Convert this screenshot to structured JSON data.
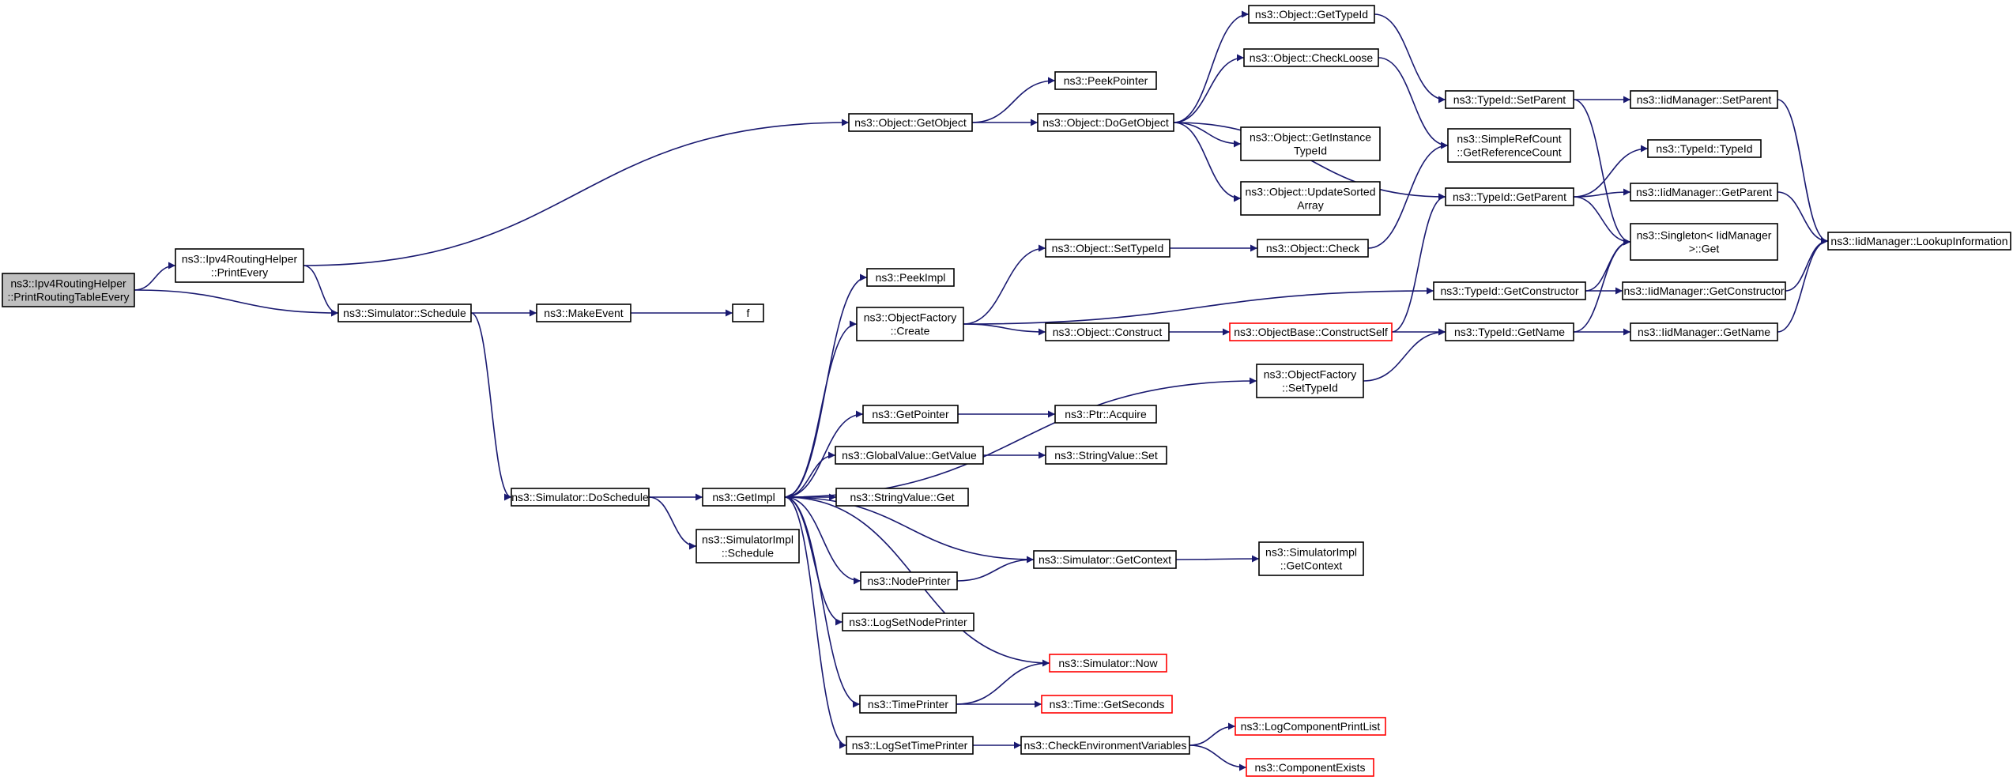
{
  "colors": {
    "edge": "#191970",
    "node_border": "#000000",
    "incomplete_border": "#ff0000",
    "root_fill": "#bfbfbf",
    "node_fill": "#ffffff"
  },
  "nodes": [
    {
      "id": "root",
      "lines": [
        "ns3::Ipv4RoutingHelper",
        "::PrintRoutingTableEvery"
      ],
      "style": "root"
    },
    {
      "id": "printEvery",
      "lines": [
        "ns3::Ipv4RoutingHelper",
        "::PrintEvery"
      ],
      "style": "normal"
    },
    {
      "id": "schedule",
      "lines": [
        "ns3::Simulator::Schedule"
      ],
      "style": "normal"
    },
    {
      "id": "getObject",
      "lines": [
        "ns3::Object::GetObject"
      ],
      "style": "normal"
    },
    {
      "id": "peekPointer",
      "lines": [
        "ns3::PeekPointer"
      ],
      "style": "normal"
    },
    {
      "id": "doGetObject",
      "lines": [
        "ns3::Object::DoGetObject"
      ],
      "style": "normal"
    },
    {
      "id": "getTypeId",
      "lines": [
        "ns3::Object::GetTypeId"
      ],
      "style": "normal"
    },
    {
      "id": "checkLoose",
      "lines": [
        "ns3::Object::CheckLoose"
      ],
      "style": "normal"
    },
    {
      "id": "getInstanceTypeId",
      "lines": [
        "ns3::Object::GetInstance",
        "TypeId"
      ],
      "style": "normal"
    },
    {
      "id": "updateSortedArray",
      "lines": [
        "ns3::Object::UpdateSorted",
        "Array"
      ],
      "style": "normal"
    },
    {
      "id": "typeIdSetParent",
      "lines": [
        "ns3::TypeId::SetParent"
      ],
      "style": "normal"
    },
    {
      "id": "getReferenceCount",
      "lines": [
        "ns3::SimpleRefCount",
        "::GetReferenceCount"
      ],
      "style": "normal"
    },
    {
      "id": "typeIdGetParent",
      "lines": [
        "ns3::TypeId::GetParent"
      ],
      "style": "normal"
    },
    {
      "id": "iidSetParent",
      "lines": [
        "ns3::IidManager::SetParent"
      ],
      "style": "normal"
    },
    {
      "id": "typeIdTypeId",
      "lines": [
        "ns3::TypeId::TypeId"
      ],
      "style": "normal"
    },
    {
      "id": "iidGetParent",
      "lines": [
        "ns3::IidManager::GetParent"
      ],
      "style": "normal"
    },
    {
      "id": "singletonGet",
      "lines": [
        "ns3::Singleton< IidManager",
        ">::Get"
      ],
      "style": "normal"
    },
    {
      "id": "lookupInformation",
      "lines": [
        "ns3::IidManager::LookupInformation"
      ],
      "style": "normal"
    },
    {
      "id": "makeEvent",
      "lines": [
        "ns3::MakeEvent"
      ],
      "style": "normal"
    },
    {
      "id": "f",
      "lines": [
        "f"
      ],
      "style": "normal"
    },
    {
      "id": "peekImpl",
      "lines": [
        "ns3::PeekImpl"
      ],
      "style": "normal"
    },
    {
      "id": "objectFactoryCreate",
      "lines": [
        "ns3::ObjectFactory",
        "::Create"
      ],
      "style": "normal"
    },
    {
      "id": "objectSetTypeId",
      "lines": [
        "ns3::Object::SetTypeId"
      ],
      "style": "normal"
    },
    {
      "id": "objectCheck",
      "lines": [
        "ns3::Object::Check"
      ],
      "style": "normal"
    },
    {
      "id": "typeIdGetConstructor",
      "lines": [
        "ns3::TypeId::GetConstructor"
      ],
      "style": "normal"
    },
    {
      "id": "iidGetConstructor",
      "lines": [
        "ns3::IidManager::GetConstructor"
      ],
      "style": "normal"
    },
    {
      "id": "objectConstruct",
      "lines": [
        "ns3::Object::Construct"
      ],
      "style": "normal"
    },
    {
      "id": "constructSelf",
      "lines": [
        "ns3::ObjectBase::ConstructSelf"
      ],
      "style": "incomplete"
    },
    {
      "id": "typeIdGetName",
      "lines": [
        "ns3::TypeId::GetName"
      ],
      "style": "normal"
    },
    {
      "id": "iidGetName",
      "lines": [
        "ns3::IidManager::GetName"
      ],
      "style": "normal"
    },
    {
      "id": "objectFactorySetTypeId",
      "lines": [
        "ns3::ObjectFactory",
        "::SetTypeId"
      ],
      "style": "normal"
    },
    {
      "id": "getPointer",
      "lines": [
        "ns3::GetPointer"
      ],
      "style": "normal"
    },
    {
      "id": "ptrAcquire",
      "lines": [
        "ns3::Ptr::Acquire"
      ],
      "style": "normal"
    },
    {
      "id": "globalValueGetValue",
      "lines": [
        "ns3::GlobalValue::GetValue"
      ],
      "style": "normal"
    },
    {
      "id": "stringValueSet",
      "lines": [
        "ns3::StringValue::Set"
      ],
      "style": "normal"
    },
    {
      "id": "doSchedule",
      "lines": [
        "ns3::Simulator::DoSchedule"
      ],
      "style": "normal"
    },
    {
      "id": "getImpl",
      "lines": [
        "ns3::GetImpl"
      ],
      "style": "normal"
    },
    {
      "id": "stringValueGet",
      "lines": [
        "ns3::StringValue::Get"
      ],
      "style": "normal"
    },
    {
      "id": "simulatorImplSchedule",
      "lines": [
        "ns3::SimulatorImpl",
        "::Schedule"
      ],
      "style": "normal"
    },
    {
      "id": "simulatorGetContext",
      "lines": [
        "ns3::Simulator::GetContext"
      ],
      "style": "normal"
    },
    {
      "id": "simulatorImplGetContext",
      "lines": [
        "ns3::SimulatorImpl",
        "::GetContext"
      ],
      "style": "normal"
    },
    {
      "id": "nodePrinter",
      "lines": [
        "ns3::NodePrinter"
      ],
      "style": "normal"
    },
    {
      "id": "logSetNodePrinter",
      "lines": [
        "ns3::LogSetNodePrinter"
      ],
      "style": "normal"
    },
    {
      "id": "simulatorNow",
      "lines": [
        "ns3::Simulator::Now"
      ],
      "style": "incomplete"
    },
    {
      "id": "timePrinter",
      "lines": [
        "ns3::TimePrinter"
      ],
      "style": "normal"
    },
    {
      "id": "timeGetSeconds",
      "lines": [
        "ns3::Time::GetSeconds"
      ],
      "style": "incomplete"
    },
    {
      "id": "logSetTimePrinter",
      "lines": [
        "ns3::LogSetTimePrinter"
      ],
      "style": "normal"
    },
    {
      "id": "checkEnvVars",
      "lines": [
        "ns3::CheckEnvironmentVariables"
      ],
      "style": "normal"
    },
    {
      "id": "logComponentPrintList",
      "lines": [
        "ns3::LogComponentPrintList"
      ],
      "style": "incomplete"
    },
    {
      "id": "componentExists",
      "lines": [
        "ns3::ComponentExists"
      ],
      "style": "incomplete"
    }
  ],
  "edges": [
    {
      "from": "root",
      "to": "printEvery"
    },
    {
      "from": "root",
      "to": "schedule"
    },
    {
      "from": "printEvery",
      "to": "getObject"
    },
    {
      "from": "printEvery",
      "to": "schedule"
    },
    {
      "from": "getObject",
      "to": "peekPointer"
    },
    {
      "from": "getObject",
      "to": "doGetObject"
    },
    {
      "from": "doGetObject",
      "to": "getTypeId"
    },
    {
      "from": "doGetObject",
      "to": "checkLoose"
    },
    {
      "from": "doGetObject",
      "to": "getInstanceTypeId"
    },
    {
      "from": "doGetObject",
      "to": "updateSortedArray"
    },
    {
      "from": "doGetObject",
      "to": "typeIdGetParent"
    },
    {
      "from": "getTypeId",
      "to": "typeIdSetParent"
    },
    {
      "from": "checkLoose",
      "to": "getReferenceCount"
    },
    {
      "from": "typeIdSetParent",
      "to": "iidSetParent"
    },
    {
      "from": "typeIdSetParent",
      "to": "singletonGet"
    },
    {
      "from": "iidSetParent",
      "to": "lookupInformation"
    },
    {
      "from": "typeIdGetParent",
      "to": "typeIdTypeId"
    },
    {
      "from": "typeIdGetParent",
      "to": "iidGetParent"
    },
    {
      "from": "typeIdGetParent",
      "to": "singletonGet"
    },
    {
      "from": "iidGetParent",
      "to": "lookupInformation"
    },
    {
      "from": "schedule",
      "to": "makeEvent"
    },
    {
      "from": "schedule",
      "to": "doSchedule"
    },
    {
      "from": "makeEvent",
      "to": "f"
    },
    {
      "from": "doSchedule",
      "to": "getImpl"
    },
    {
      "from": "doSchedule",
      "to": "simulatorImplSchedule"
    },
    {
      "from": "getImpl",
      "to": "peekImpl"
    },
    {
      "from": "getImpl",
      "to": "objectFactoryCreate"
    },
    {
      "from": "getImpl",
      "to": "objectFactorySetTypeId"
    },
    {
      "from": "getImpl",
      "to": "getPointer"
    },
    {
      "from": "getImpl",
      "to": "globalValueGetValue"
    },
    {
      "from": "getImpl",
      "to": "stringValueGet"
    },
    {
      "from": "getImpl",
      "to": "nodePrinter"
    },
    {
      "from": "getImpl",
      "to": "logSetNodePrinter"
    },
    {
      "from": "getImpl",
      "to": "timePrinter"
    },
    {
      "from": "getImpl",
      "to": "logSetTimePrinter"
    },
    {
      "from": "objectFactoryCreate",
      "to": "objectSetTypeId"
    },
    {
      "from": "objectFactoryCreate",
      "to": "typeIdGetConstructor"
    },
    {
      "from": "objectFactoryCreate",
      "to": "objectConstruct"
    },
    {
      "from": "objectSetTypeId",
      "to": "objectCheck"
    },
    {
      "from": "objectCheck",
      "to": "getReferenceCount"
    },
    {
      "from": "typeIdGetConstructor",
      "to": "iidGetConstructor"
    },
    {
      "from": "typeIdGetConstructor",
      "to": "singletonGet"
    },
    {
      "from": "iidGetConstructor",
      "to": "lookupInformation"
    },
    {
      "from": "objectConstruct",
      "to": "constructSelf"
    },
    {
      "from": "constructSelf",
      "to": "typeIdGetParent"
    },
    {
      "from": "constructSelf",
      "to": "typeIdGetName"
    },
    {
      "from": "typeIdGetName",
      "to": "iidGetName"
    },
    {
      "from": "typeIdGetName",
      "to": "singletonGet"
    },
    {
      "from": "iidGetName",
      "to": "lookupInformation"
    },
    {
      "from": "objectFactorySetTypeId",
      "to": "typeIdGetName"
    },
    {
      "from": "getPointer",
      "to": "ptrAcquire"
    },
    {
      "from": "globalValueGetValue",
      "to": "stringValueSet"
    },
    {
      "from": "simulatorGetContext",
      "to": "getImpl"
    },
    {
      "from": "simulatorGetContext",
      "to": "simulatorImplGetContext"
    },
    {
      "from": "nodePrinter",
      "to": "simulatorGetContext"
    },
    {
      "from": "simulatorNow",
      "to": "getImpl"
    },
    {
      "from": "timePrinter",
      "to": "simulatorNow"
    },
    {
      "from": "timePrinter",
      "to": "timeGetSeconds"
    },
    {
      "from": "logSetTimePrinter",
      "to": "checkEnvVars"
    },
    {
      "from": "checkEnvVars",
      "to": "logComponentPrintList"
    },
    {
      "from": "checkEnvVars",
      "to": "componentExists"
    }
  ]
}
